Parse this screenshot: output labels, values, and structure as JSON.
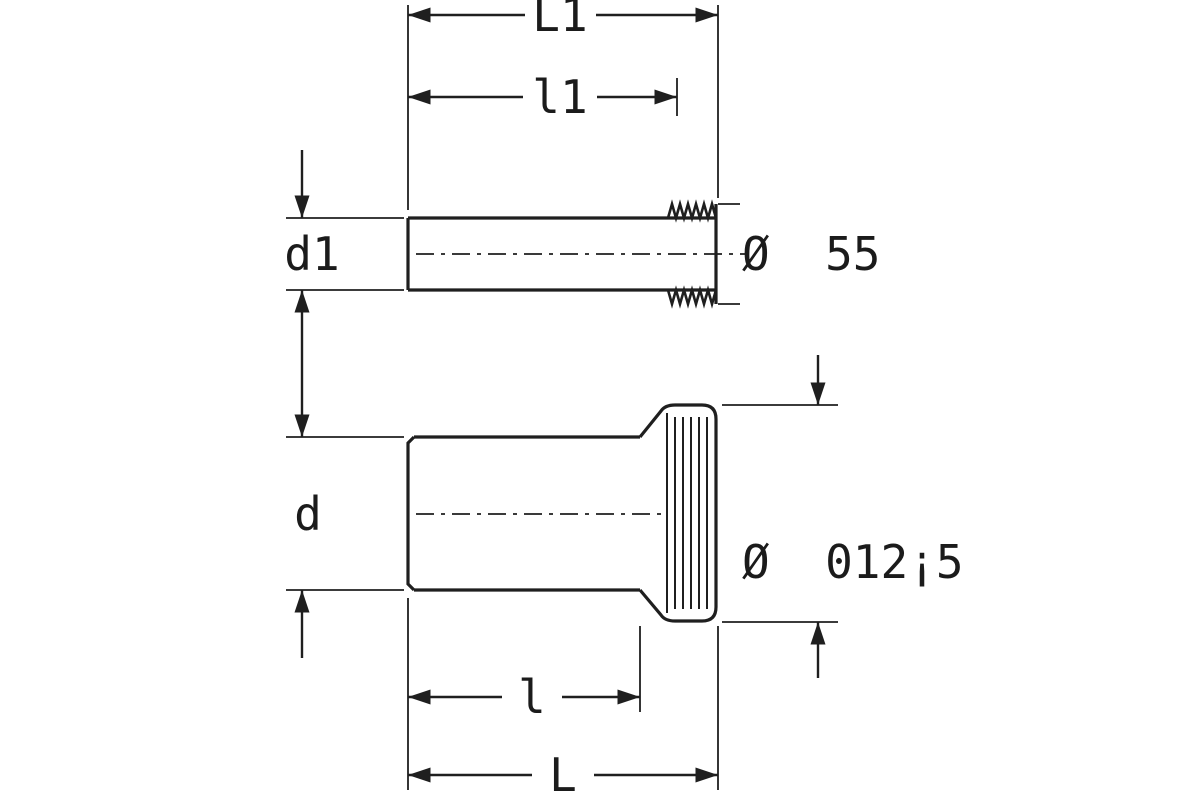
{
  "drawing": {
    "type": "technical-dimension-drawing",
    "background_color": "#ffffff",
    "line_color": "#1f1f1f",
    "labels": {
      "dim_L1": "L1",
      "dim_l1": "l1",
      "dim_d1": "d1",
      "dia_top": "Ø  55",
      "dim_d": "d",
      "dia_bottom": "Ø  012¡5",
      "dim_l": "l",
      "dim_L": "L"
    }
  }
}
